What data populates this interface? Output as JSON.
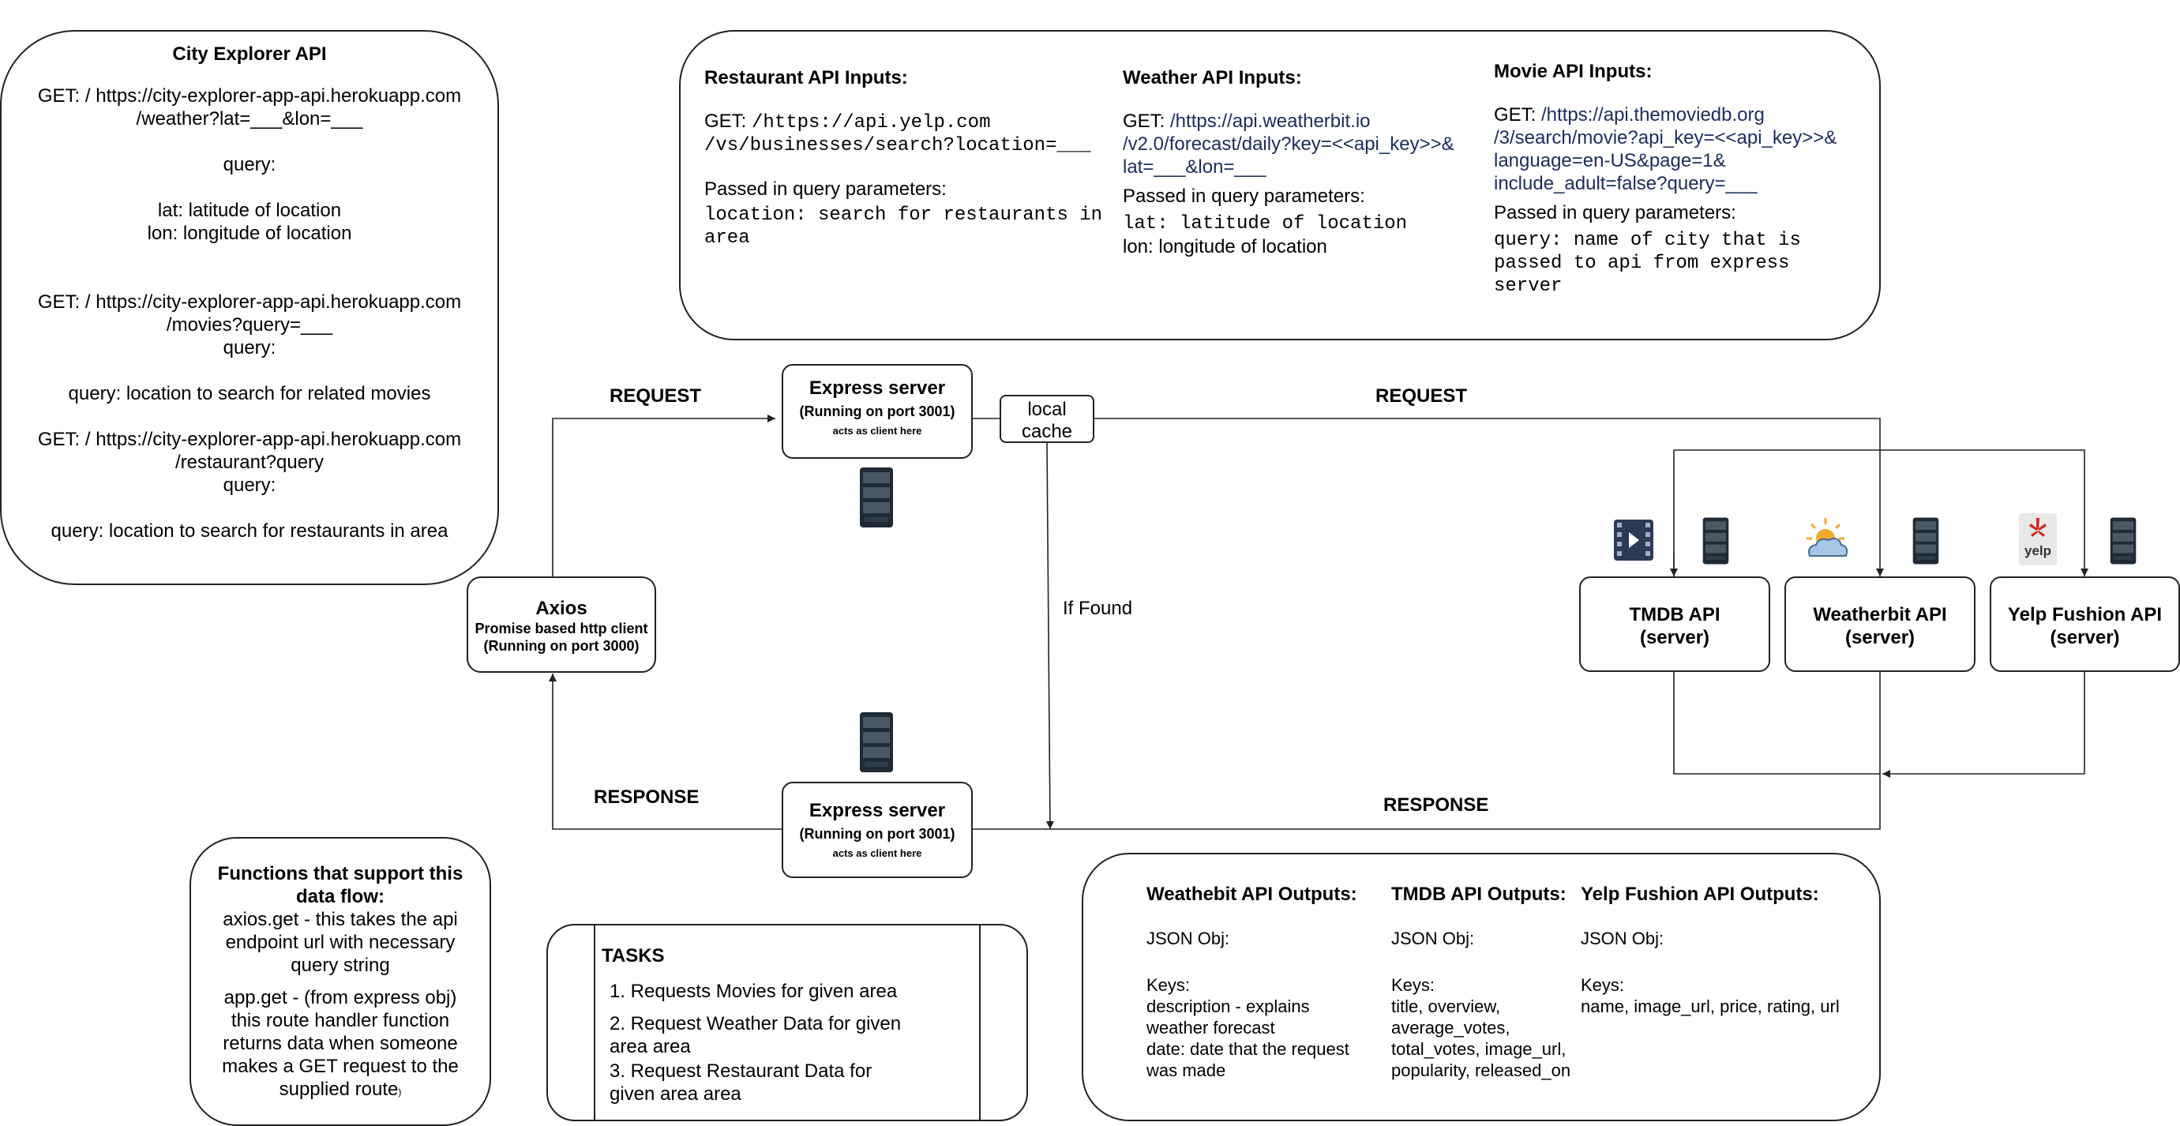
{
  "city_api": {
    "title": "City Explorer API",
    "weather_get": "GET: / https://city-explorer-app-api.herokuapp.com",
    "weather_path": "/weather?lat=___&lon=___",
    "query_label": "query:",
    "lat_desc": "lat: latitude of location",
    "lon_desc": "lon: longitude of location",
    "movies_get": "GET: / https://city-explorer-app-api.herokuapp.com",
    "movies_path": "/movies?query=___",
    "movies_query_label": "query:",
    "movies_query_desc": "query: location to search for related movies",
    "restaurant_get": "GET: / https://city-explorer-app-api.herokuapp.com",
    "restaurant_path": "/restaurant?query",
    "restaurant_query_label": "query:",
    "restaurant_query_desc": "query: location to search for restaurants in area"
  },
  "inputs": {
    "restaurant": {
      "title": "Restaurant API Inputs:",
      "get_prefix": "GET: ",
      "url_1": "/https://api.yelp.com",
      "url_2": "/vs/businesses/search?location=___",
      "params_label": "Passed in query parameters:",
      "param_1": "location: search for restaurants in",
      "param_2": "area"
    },
    "weather": {
      "title": "Weather API Inputs:",
      "get_prefix": "GET: ",
      "url_1": "/https://api.weatherbit.io",
      "url_2": "/v2.0/forecast/daily?key=<<api_key>>&",
      "url_3": "lat=___&lon=___",
      "params_label": "Passed in query parameters:",
      "param_1": "lat: latitude of location",
      "param_2": "lon: longitude of location"
    },
    "movie": {
      "title": "Movie API Inputs:",
      "get_prefix": "GET: ",
      "url_1": "/https://api.themoviedb.org",
      "url_2": "/3/search/movie?api_key=<<api_key>>&",
      "url_3": "language=en-US&page=1&",
      "url_4": "include_adult=false?query=___",
      "params_label": "Passed in query parameters:",
      "param_1": "query: name of city that is",
      "param_2": "passed to api from express",
      "param_3": "server"
    }
  },
  "express_top": {
    "title": "Express server",
    "port": "(Running on port 3001)",
    "note": "acts  as client here"
  },
  "express_bottom": {
    "title": "Express server",
    "port": "(Running on port 3001)",
    "note": "acts  as client here"
  },
  "local_cache": {
    "line_1": "local",
    "line_2": "cache"
  },
  "axios": {
    "title": "Axios",
    "desc": "Promise based http client",
    "port": "(Running on port 3000)"
  },
  "labels": {
    "request_left": "REQUEST",
    "request_right": "REQUEST",
    "response_left": "RESPONSE",
    "response_right": "RESPONSE",
    "if_found": "If Found"
  },
  "servers": {
    "tmdb": {
      "line_1": "TMDB API",
      "line_2": "(server)"
    },
    "weatherbit": {
      "line_1": "Weatherbit API",
      "line_2": "(server)"
    },
    "yelp": {
      "line_1": "Yelp Fushion API",
      "line_2": "(server)"
    },
    "yelp_logo_text": "yelp"
  },
  "functions": {
    "title": "Functions that support this data flow:",
    "item_1": "axios.get - this takes the api endpoint url with necessary query string",
    "item_2": "app.get - (from express obj) this route handler function returns data when someone makes a GET request to the supplied route",
    "item_2_tail": ")"
  },
  "tasks": {
    "title": "TASKS",
    "item_1": "1. Requests Movies for given area",
    "item_2a": "2. Request Weather Data for given",
    "item_2b": "area area",
    "item_3a": "3. Request Restaurant Data for",
    "item_3b": "given area area"
  },
  "outputs": {
    "weatherbit": {
      "title": "Weathebit API Outputs:",
      "json": "JSON Obj:",
      "keys": "Keys:",
      "l1": "description - explains",
      "l2": "weather forecast",
      "l3": "date: date that the request",
      "l4": "was made"
    },
    "tmdb": {
      "title": "TMDB API Outputs:",
      "json": "JSON Obj:",
      "keys": "Keys:",
      "l1": "title, overview,",
      "l2": "average_votes,",
      "l3": "total_votes, image_url,",
      "l4": "popularity, released_on"
    },
    "yelp": {
      "title": "Yelp Fushion API Outputs:",
      "json": "JSON Obj:",
      "keys": "Keys:",
      "l1": "name, image_url, price, rating, url"
    }
  },
  "colors": {
    "line": "#222222",
    "navy": "#1c2c5e",
    "server_icon": "#1f2a36",
    "yelp_red": "#d32323",
    "sun": "#f2a92c",
    "cloud": "#a7c6e8"
  }
}
